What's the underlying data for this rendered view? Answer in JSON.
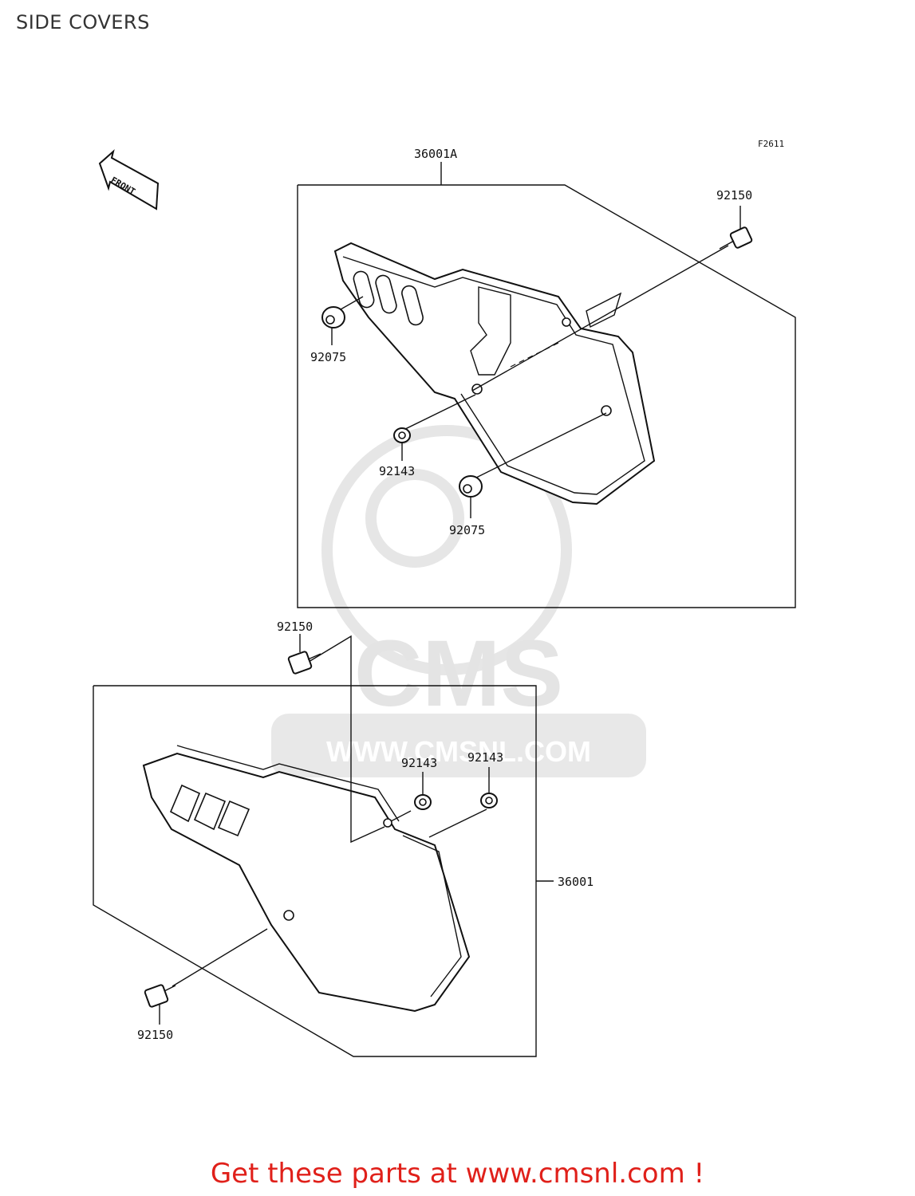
{
  "page": {
    "title": "SIDE COVERS"
  },
  "diagram": {
    "figure_code": "F2611",
    "front_indicator": "FRONT",
    "assemblies": [
      {
        "part_number": "36001A",
        "description_position": "upper-right"
      },
      {
        "part_number": "36001",
        "description_position": "lower-left"
      }
    ],
    "callouts": {
      "upper_bolt": "92150",
      "upper_grommet_top": "92075",
      "upper_collar": "92143",
      "upper_grommet_bottom": "92075",
      "lower_bolt_top": "92150",
      "lower_collar_left": "92143",
      "lower_collar_right": "92143",
      "lower_assembly": "36001",
      "lower_bolt_bottom": "92150",
      "upper_assembly": "36001A"
    }
  },
  "watermark": {
    "brand": "CMS",
    "url": "WWW.CMSNL.COM"
  },
  "footer": {
    "text": "Get these parts at www.cmsnl.com !",
    "color": "#e0201a"
  }
}
